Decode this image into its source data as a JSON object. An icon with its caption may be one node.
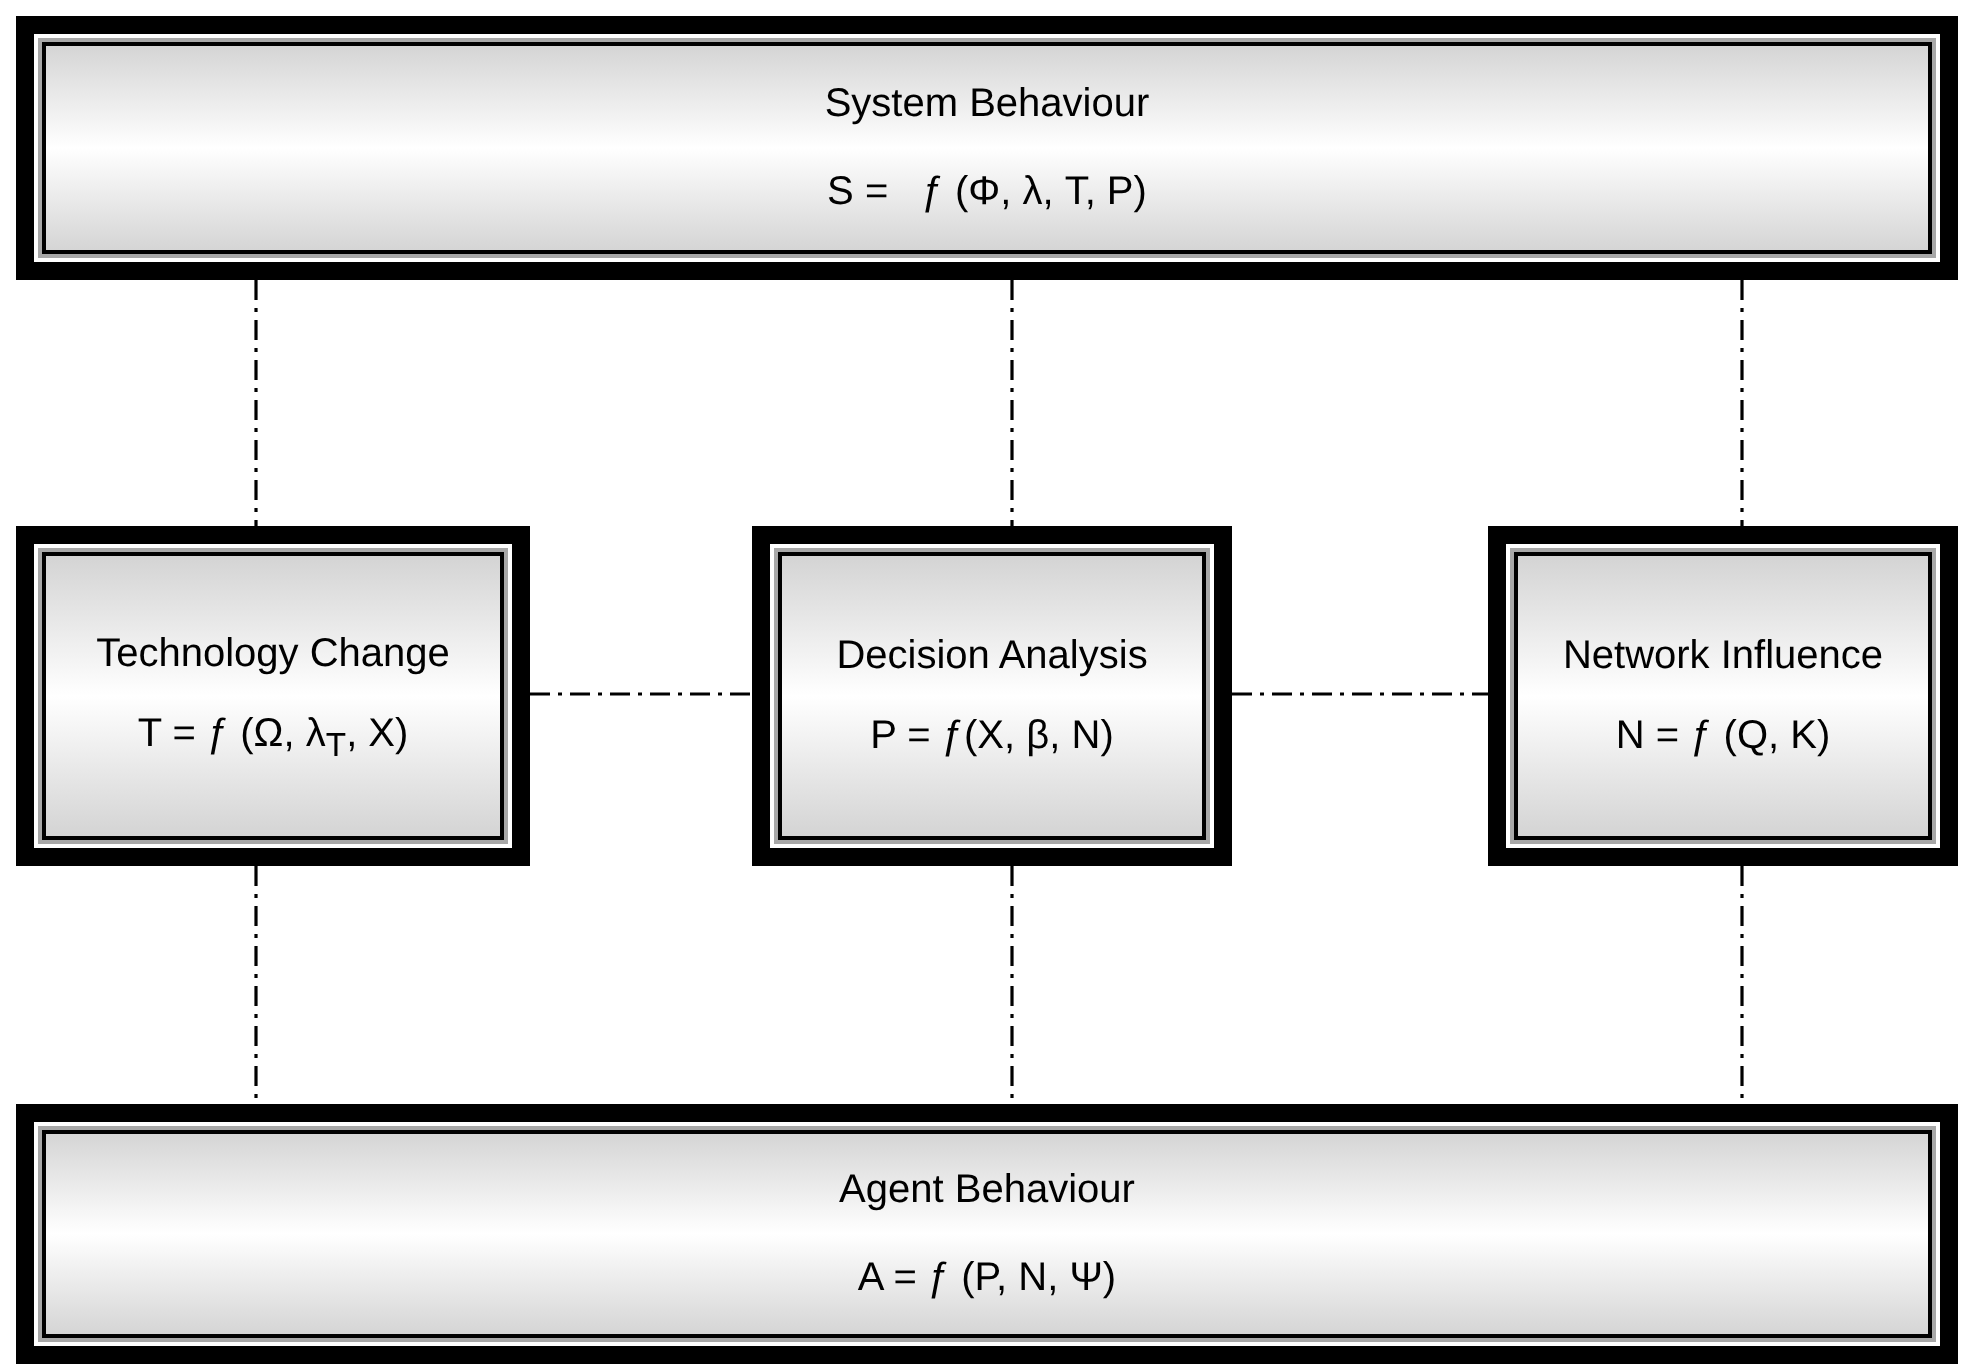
{
  "diagram": {
    "nodes": [
      {
        "text": [
          "System Behaviour",
          "S =   ƒ (Φ, λ, T, P)"
        ]
      },
      {
        "text": [
          "Technology Change",
          "T = ƒ (Ω, λ$_{T}$, X)"
        ]
      },
      {
        "text": [
          "Decision Analysis",
          "P = ƒ(X, β, N)"
        ]
      },
      {
        "text": [
          "Network Influence",
          "N = ƒ (Q, K)"
        ]
      },
      {
        "text": [
          "Agent Behaviour",
          "A = ƒ (P, N, Ψ)"
        ]
      }
    ],
    "edges": [
      {
        "from": 0,
        "to": 1,
        "arrow": "none",
        "style": "dashed"
      },
      {
        "from": 0,
        "to": 2,
        "arrow": "none",
        "style": "dashed"
      },
      {
        "from": 0,
        "to": 3,
        "arrow": "none",
        "style": "dashed"
      },
      {
        "from": 1,
        "to": 2,
        "arrow": "none",
        "style": "dashed"
      },
      {
        "from": 2,
        "to": 3,
        "arrow": "none",
        "style": "dashed"
      },
      {
        "from": 1,
        "to": 4,
        "arrow": "none",
        "style": "dashed"
      },
      {
        "from": 2,
        "to": 4,
        "arrow": "none",
        "style": "dashed"
      },
      {
        "from": 3,
        "to": 4,
        "arrow": "none",
        "style": "dashed"
      }
    ]
  }
}
